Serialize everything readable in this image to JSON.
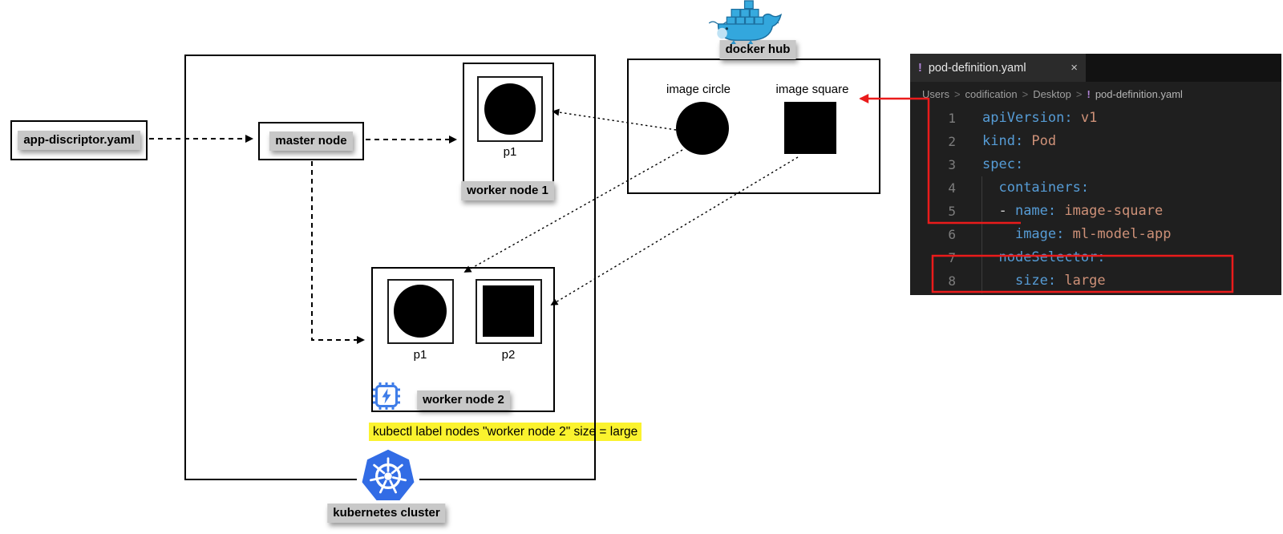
{
  "colors": {
    "red_annotation": "#ea1b1b",
    "yellow_highlight": "#fbf32e",
    "label_highlight": "#c8c8c8",
    "kubernetes_blue": "#326ce5",
    "docker_blue": "#33a7dd",
    "chip_blue": "#3f7de8",
    "yaml_key": "#569cd6",
    "yaml_value": "#ce9178",
    "editor_background": "#1f1f1f"
  },
  "diagram": {
    "descriptor_label": "app-discriptor.yaml",
    "master_label": "master node",
    "worker1_label": "worker node 1",
    "worker1_pod_label": "p1",
    "worker2_label": "worker node 2",
    "worker2_pod1_label": "p1",
    "worker2_pod2_label": "p2",
    "dockerhub_label": "docker hub",
    "image_circle_label": "image circle",
    "image_square_label": "image square",
    "kubectl_command": "kubectl label nodes \"worker node 2\" size = large",
    "cluster_label": "kubernetes cluster"
  },
  "editor": {
    "tab": {
      "icon_glyph": "!",
      "title": "pod-definition.yaml",
      "close_glyph": "×"
    },
    "breadcrumb": {
      "items": [
        "Users",
        "codification",
        "Desktop"
      ],
      "separator": ">",
      "file_icon_glyph": "!",
      "file": "pod-definition.yaml"
    },
    "code": {
      "lines": [
        {
          "num": "1",
          "tokens": [
            {
              "c": "k",
              "t": "apiVersion:"
            },
            {
              "c": "v",
              "t": " v1"
            }
          ]
        },
        {
          "num": "2",
          "tokens": [
            {
              "c": "k",
              "t": "kind:"
            },
            {
              "c": "v",
              "t": " Pod"
            }
          ]
        },
        {
          "num": "3",
          "tokens": [
            {
              "c": "k",
              "t": "spec:"
            }
          ]
        },
        {
          "num": "4",
          "tokens": [
            {
              "c": "p",
              "t": "  "
            },
            {
              "c": "k",
              "t": "containers:"
            }
          ]
        },
        {
          "num": "5",
          "tokens": [
            {
              "c": "p",
              "t": "  - "
            },
            {
              "c": "k",
              "t": "name:"
            },
            {
              "c": "v",
              "t": " image-square"
            }
          ]
        },
        {
          "num": "6",
          "tokens": [
            {
              "c": "p",
              "t": "    "
            },
            {
              "c": "k",
              "t": "image:"
            },
            {
              "c": "v",
              "t": " ml-model-app"
            }
          ]
        },
        {
          "num": "7",
          "tokens": [
            {
              "c": "p",
              "t": "  "
            },
            {
              "c": "k",
              "t": "nodeSelector:"
            }
          ]
        },
        {
          "num": "8",
          "tokens": [
            {
              "c": "p",
              "t": "    "
            },
            {
              "c": "k",
              "t": "size:"
            },
            {
              "c": "v",
              "t": " large"
            }
          ]
        }
      ]
    }
  }
}
